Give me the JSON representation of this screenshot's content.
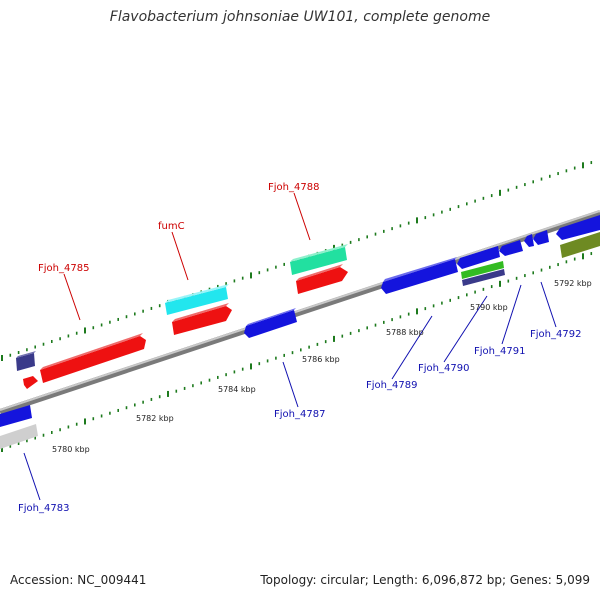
{
  "title": "Flavobacterium johnsoniae UW101, complete genome",
  "footer": {
    "accession": "Accession: NC_009441",
    "stats": "Topology: circular; Length: 6,096,872 bp; Genes: 5,099"
  },
  "colors": {
    "backbone": "#8e8e8e",
    "tick_green": "#1d7a1d",
    "label_red": "#cc0000",
    "label_blue": "#1010b0",
    "gene_red": "#ee1111",
    "gene_blue": "#1414dd",
    "gene_cyan": "#22e6ee",
    "gene_seagreen": "#22e0a0",
    "gene_green": "#33bb22",
    "gene_navy": "#3a3a8a",
    "gene_olive": "#6e8a22",
    "gene_silver": "#cfcfcf"
  },
  "scale_labels": [
    "5780 kbp",
    "5782 kbp",
    "5784 kbp",
    "5786 kbp",
    "5788 kbp",
    "5790 kbp",
    "5792 kbp"
  ],
  "gene_labels": [
    {
      "text": "Fjoh_4785",
      "strand": "forward"
    },
    {
      "text": "fumC",
      "strand": "forward"
    },
    {
      "text": "Fjoh_4788",
      "strand": "forward"
    },
    {
      "text": "Fjoh_4783",
      "strand": "reverse"
    },
    {
      "text": "Fjoh_4787",
      "strand": "reverse"
    },
    {
      "text": "Fjoh_4789",
      "strand": "reverse"
    },
    {
      "text": "Fjoh_4790",
      "strand": "reverse"
    },
    {
      "text": "Fjoh_4791",
      "strand": "reverse"
    },
    {
      "text": "Fjoh_4792",
      "strand": "reverse"
    }
  ]
}
